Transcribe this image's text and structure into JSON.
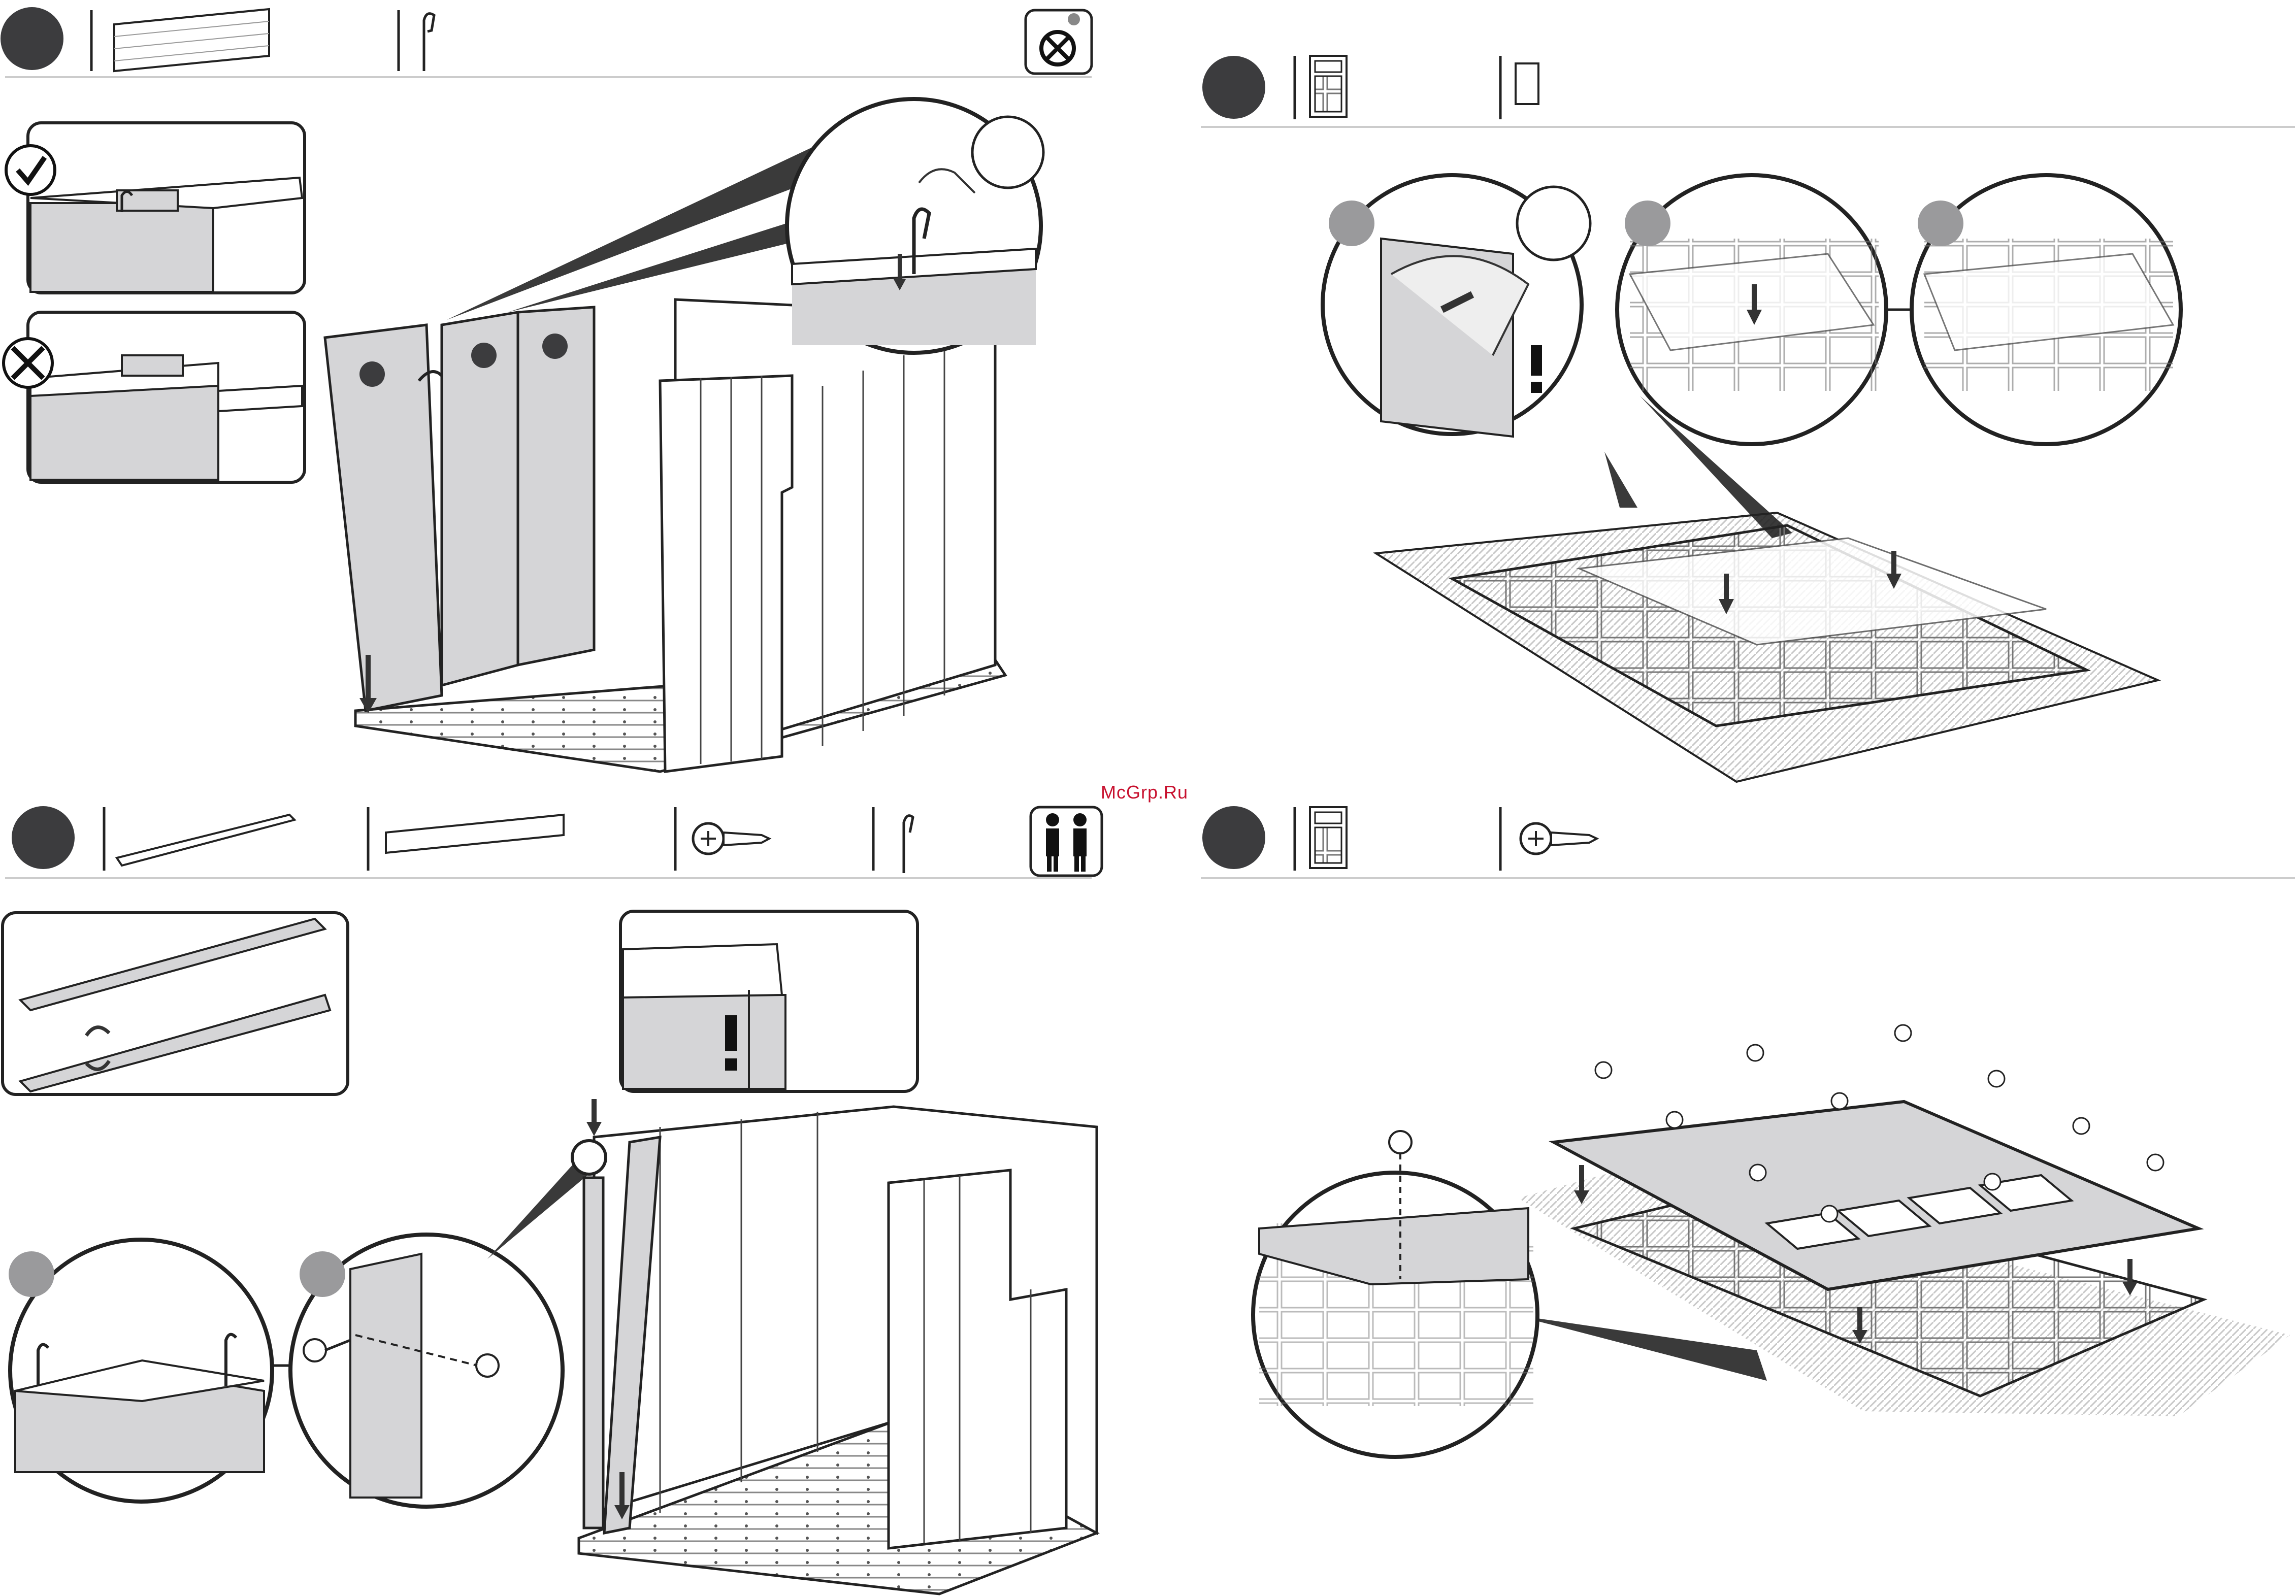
{
  "watermark": "McGrp.Ru",
  "panels": [
    {
      "id": "wall-panels",
      "has_step_badge": true,
      "tools": [
        "wall-panel",
        "clip",
        "no-screw-warning"
      ]
    },
    {
      "id": "skylight-glazing",
      "has_step_badge": true,
      "tools": [
        "window-sheet",
        "protective-film"
      ]
    },
    {
      "id": "ridge-profiles",
      "has_step_badge": true,
      "tools": [
        "long-profile",
        "flat-profile",
        "screw",
        "clip",
        "two-person"
      ]
    },
    {
      "id": "skylight-frame",
      "has_step_badge": true,
      "tools": [
        "window-sheet",
        "screw"
      ]
    }
  ],
  "colors": {
    "badge": "#3c3c3e",
    "sub_badge": "#9a9a9c",
    "panel_fill": "#d5d5d7",
    "line": "#1a1a1a",
    "watermark": "#c8102e"
  }
}
